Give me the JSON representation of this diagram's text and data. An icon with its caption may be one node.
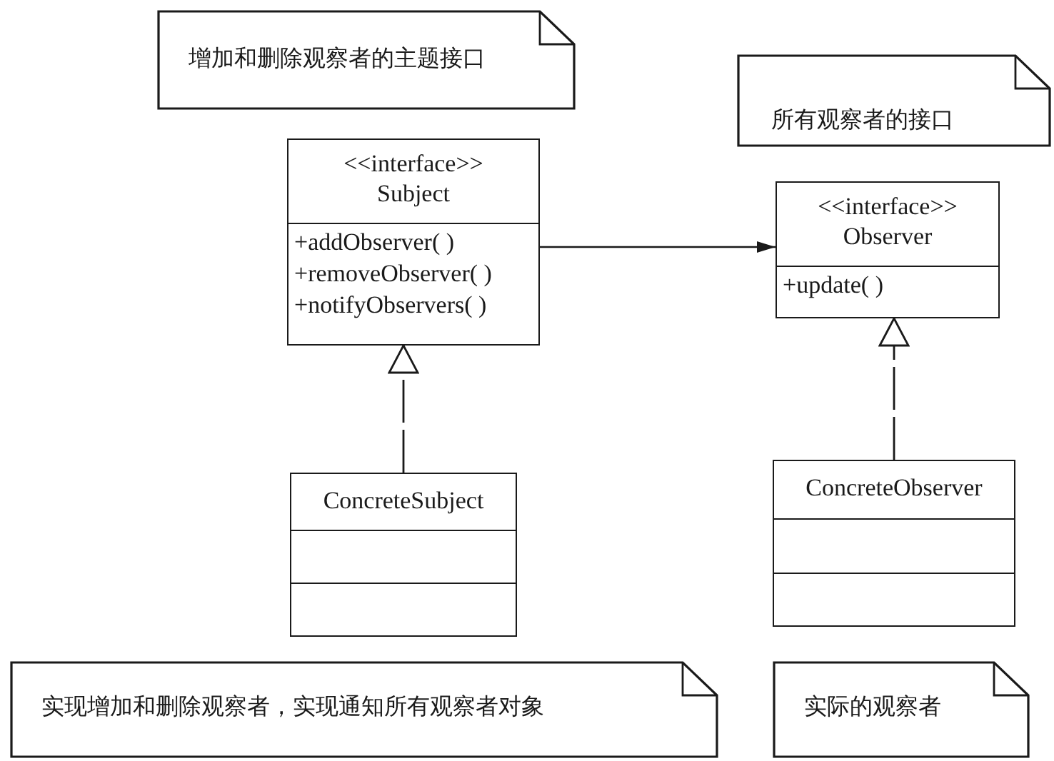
{
  "diagram": {
    "nodes": [
      {
        "text": [
          "增加和删除观察者的主题接口"
        ]
      },
      {
        "text": [
          "所有观察者的接口"
        ]
      },
      {
        "text": [
          "<<interface>> Subject",
          "+addObserver( )",
          "+removeObserver( )",
          "+notifyObservers( )"
        ]
      },
      {
        "text": [
          "<<interface>> Observer",
          "+update( )"
        ]
      },
      {
        "text": [
          "ConcreteSubject"
        ]
      },
      {
        "text": [
          "ConcreteObserver"
        ]
      },
      {
        "text": [
          "实现增加和删除观察者，实现通知所有观察者对象"
        ]
      },
      {
        "text": [
          "实际的观察者"
        ]
      }
    ],
    "edges": [
      {
        "from": 2,
        "to": 3,
        "arrow": "to"
      },
      {
        "from": 4,
        "to": 2,
        "arrow": "to",
        "style": "dashed"
      },
      {
        "from": 5,
        "to": 3,
        "arrow": "to",
        "style": "dashed"
      }
    ]
  }
}
